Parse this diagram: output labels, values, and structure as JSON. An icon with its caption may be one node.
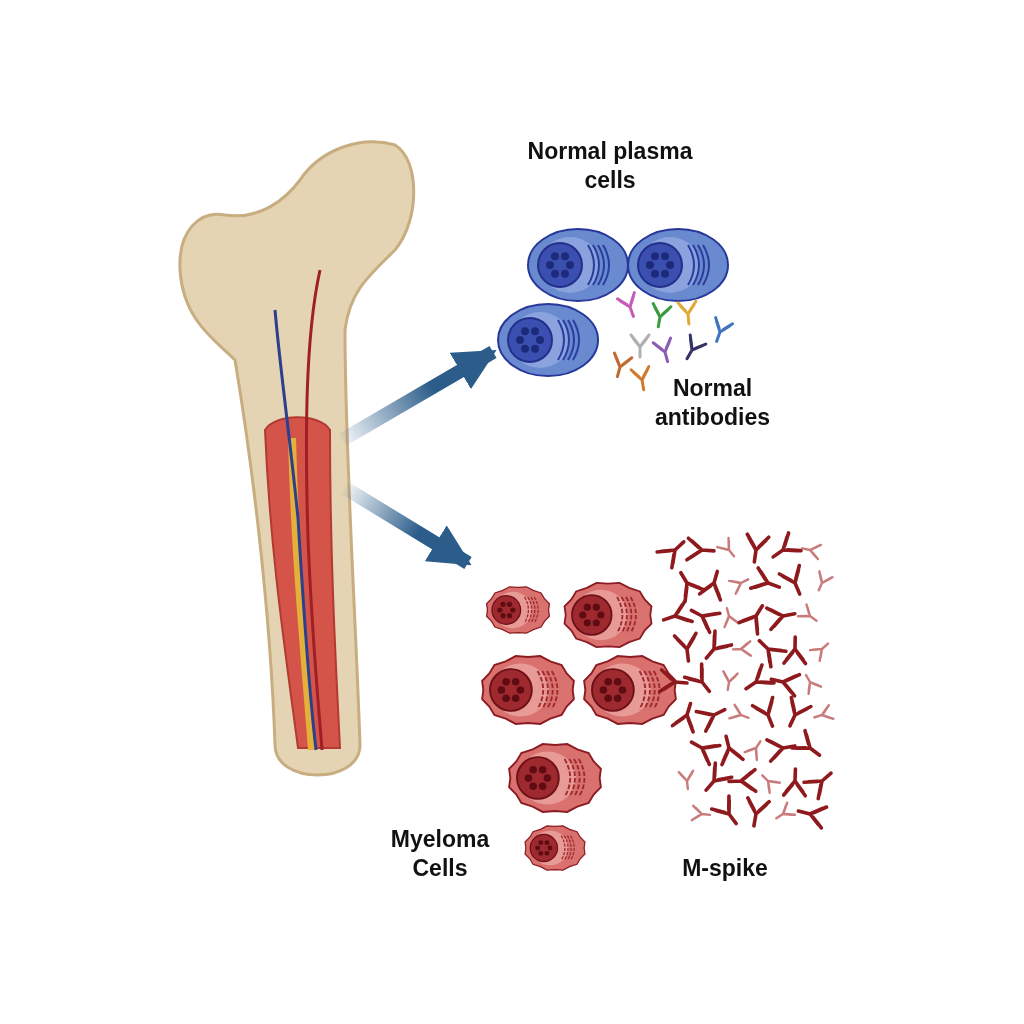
{
  "diagram": {
    "nodes": [
      {
        "text": [],
        "shape": "picture"
      },
      {
        "text": [
          "Normal plasma cells"
        ]
      },
      {
        "text": [
          "Normal antibodies"
        ]
      },
      {
        "text": [
          "Myeloma Cells"
        ]
      },
      {
        "text": [
          "M-spike"
        ]
      }
    ],
    "edges": [
      {
        "from": 0,
        "to": 1,
        "arrow": "to"
      },
      {
        "from": 0,
        "to": 3,
        "arrow": "to"
      }
    ]
  }
}
